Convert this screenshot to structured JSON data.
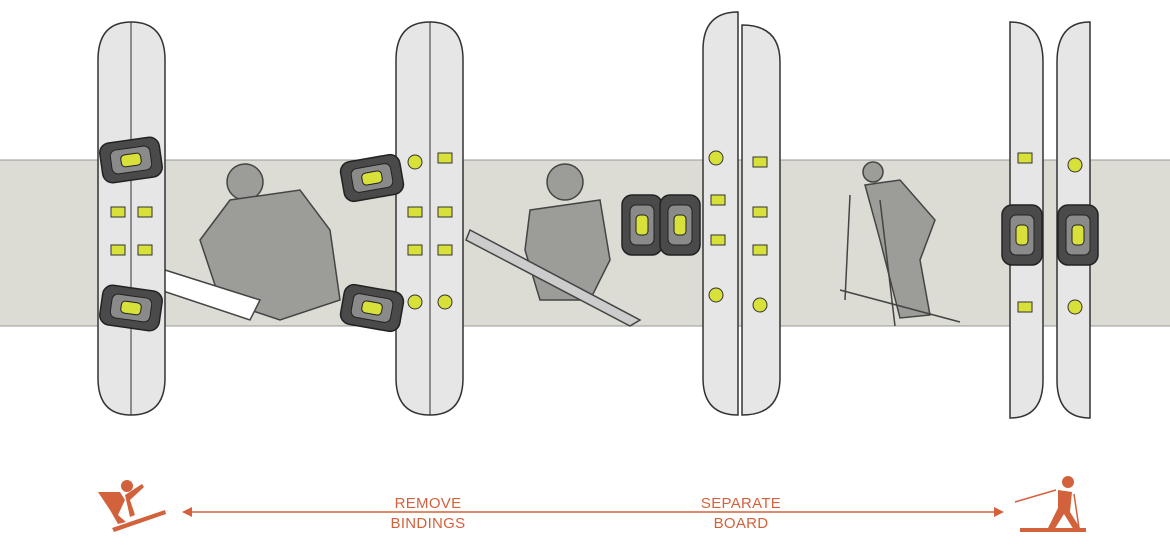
{
  "steps": [
    {
      "name": "snowboard-mode",
      "icon": "snowboarder-icon"
    },
    {
      "name": "bindings-removed",
      "icon": "board-icon"
    },
    {
      "name": "board-separated",
      "icon": "split-board-icon"
    },
    {
      "name": "ski-mode",
      "icon": "skier-icon"
    }
  ],
  "labels": {
    "remove_line1": "REMOVE",
    "remove_line2": "BINDINGS",
    "separate_line1": "SEPARATE",
    "separate_line2": "BOARD"
  },
  "colors": {
    "accent": "#d2623c",
    "board": "#e6e6e6",
    "band": "#dcdcd5",
    "hardware": "#d8e03a",
    "binding": "#4a4a4a"
  }
}
